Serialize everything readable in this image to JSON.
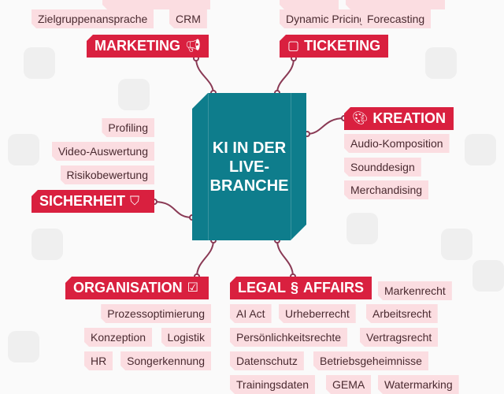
{
  "title": "KI IN DER LIVE-BRANCHE",
  "title_lines": [
    "KI IN DER",
    "LIVE-",
    "BRANCHE"
  ],
  "colors": {
    "accent": "#d9203f",
    "tag_bg": "#fbdde1",
    "core": "#0e7d8c",
    "text": "#4a2a30"
  },
  "categories": {
    "marketing": {
      "label": "MARKETING",
      "icon": "megaphone-icon",
      "tags": [
        "Zielgruppenansprache",
        "CRM"
      ]
    },
    "ticketing": {
      "label": "TICKETING",
      "icon": "ticket-icon",
      "tags": [
        "Dynamic Pricing",
        "Forecasting"
      ]
    },
    "kreation": {
      "label": "KREATION",
      "icon": "palette-icon",
      "tags": [
        "Audio-Komposition",
        "Sounddesign",
        "Merchandising"
      ]
    },
    "sicherheit": {
      "label": "SICHERHEIT",
      "icon": "shield-icon",
      "tags": [
        "Profiling",
        "Video-Auswertung",
        "Risikobewertung"
      ]
    },
    "organisation": {
      "label": "ORGANISATION",
      "icon": "clipboard-check-icon",
      "tags": [
        "Prozessoptimierung",
        "Konzeption",
        "Logistik",
        "HR",
        "Songerkennung"
      ]
    },
    "legal": {
      "label_left": "LEGAL",
      "label_symbol": "§",
      "label_right": "AFFAIRS",
      "tags": [
        "Markenrecht",
        "AI Act",
        "Urheberrecht",
        "Arbeitsrecht",
        "Persönlichkeitsrechte",
        "Vertragsrecht",
        "Datenschutz",
        "Betriebsgeheimnisse",
        "Trainingsdaten",
        "GEMA",
        "Watermarking"
      ]
    }
  }
}
